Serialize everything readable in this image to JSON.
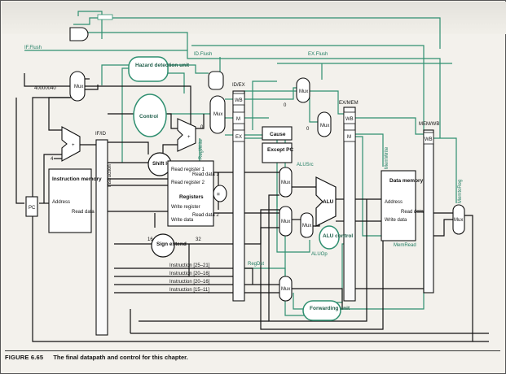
{
  "figure": {
    "number": "FIGURE 6.65",
    "title": "The final datapath and control for this chapter."
  },
  "registers": {
    "if_id": "IF/ID",
    "id_ex": "ID/EX",
    "ex_mem": "EX/MEM",
    "mem_wb": "MEM/WB"
  },
  "stage_fields": {
    "wb": "WB",
    "m": "M",
    "ex": "EX"
  },
  "units": {
    "hazard": "Hazard detection unit",
    "control": "Control",
    "cause": "Cause",
    "except_pc": "Except PC",
    "shift_left": "Shift left 2",
    "registers": "Registers",
    "sign_extend": "Sign extend",
    "alu": "ALU",
    "alu_control": "ALU control",
    "data_memory": "Data memory",
    "instruction_memory": "Instruction memory",
    "forwarding": "Forwarding unit",
    "pc": "PC",
    "mux": "Mux",
    "equal": "="
  },
  "ports": {
    "address": "Address",
    "read_data": "Read data",
    "read_reg1": "Read register 1",
    "read_reg2": "Read register 2",
    "write_register": "Write register",
    "write_data": "Write data",
    "read_data1": "Read data 1",
    "read_data2": "Read data 2",
    "instruction": "Instruction"
  },
  "signals": {
    "if_flush": "IF.Flush",
    "id_flush": "ID.Flush",
    "ex_flush": "EX.Flush",
    "regwrite": "RegWrite",
    "memwrite": "MemWrite",
    "memread": "MemRead",
    "memtoreg": "MemtoReg",
    "alusrc": "ALUSrc",
    "aluop": "ALUOp",
    "regdst": "RegDst",
    "address_const": "40000040",
    "four": "4",
    "zero": "0",
    "bits16": "16",
    "bits32": "32",
    "plus": "+",
    "instr_25_21": "Instruction [25–21]",
    "instr_20_16a": "Instruction [20–16]",
    "instr_20_16b": "Instruction [20–16]",
    "instr_15_11": "Instruction [15–11]"
  },
  "colors": {
    "control_green": "#2f8f70",
    "datapath_black": "#111111",
    "paper": "#f3f1ec"
  }
}
